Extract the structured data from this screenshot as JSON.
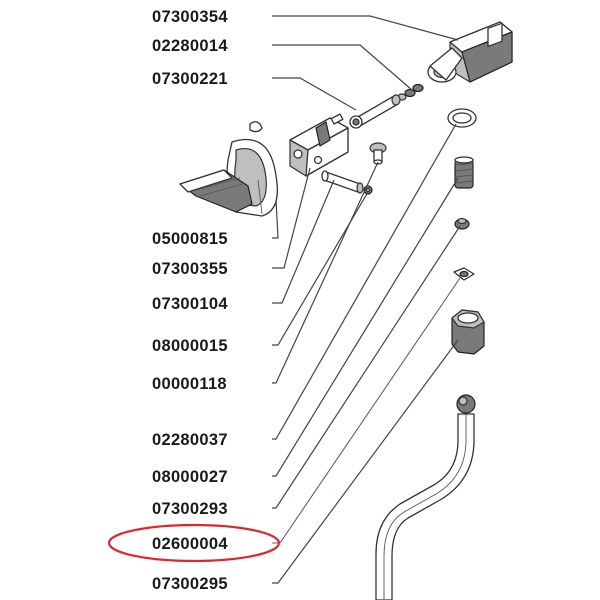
{
  "parts": [
    {
      "id": "07300354"
    },
    {
      "id": "02280014"
    },
    {
      "id": "07300221"
    },
    {
      "id": "05000815"
    },
    {
      "id": "07300355"
    },
    {
      "id": "07300104"
    },
    {
      "id": "08000015"
    },
    {
      "id": "00000118"
    },
    {
      "id": "02280037"
    },
    {
      "id": "08000027"
    },
    {
      "id": "07300293"
    },
    {
      "id": "02600004",
      "highlighted": true
    },
    {
      "id": "07300295"
    }
  ],
  "colors": {
    "highlight": "#e0262a",
    "text": "#1a1a1a",
    "part_shade": "#bfbfbf",
    "part_dark": "#7a7a7a"
  }
}
